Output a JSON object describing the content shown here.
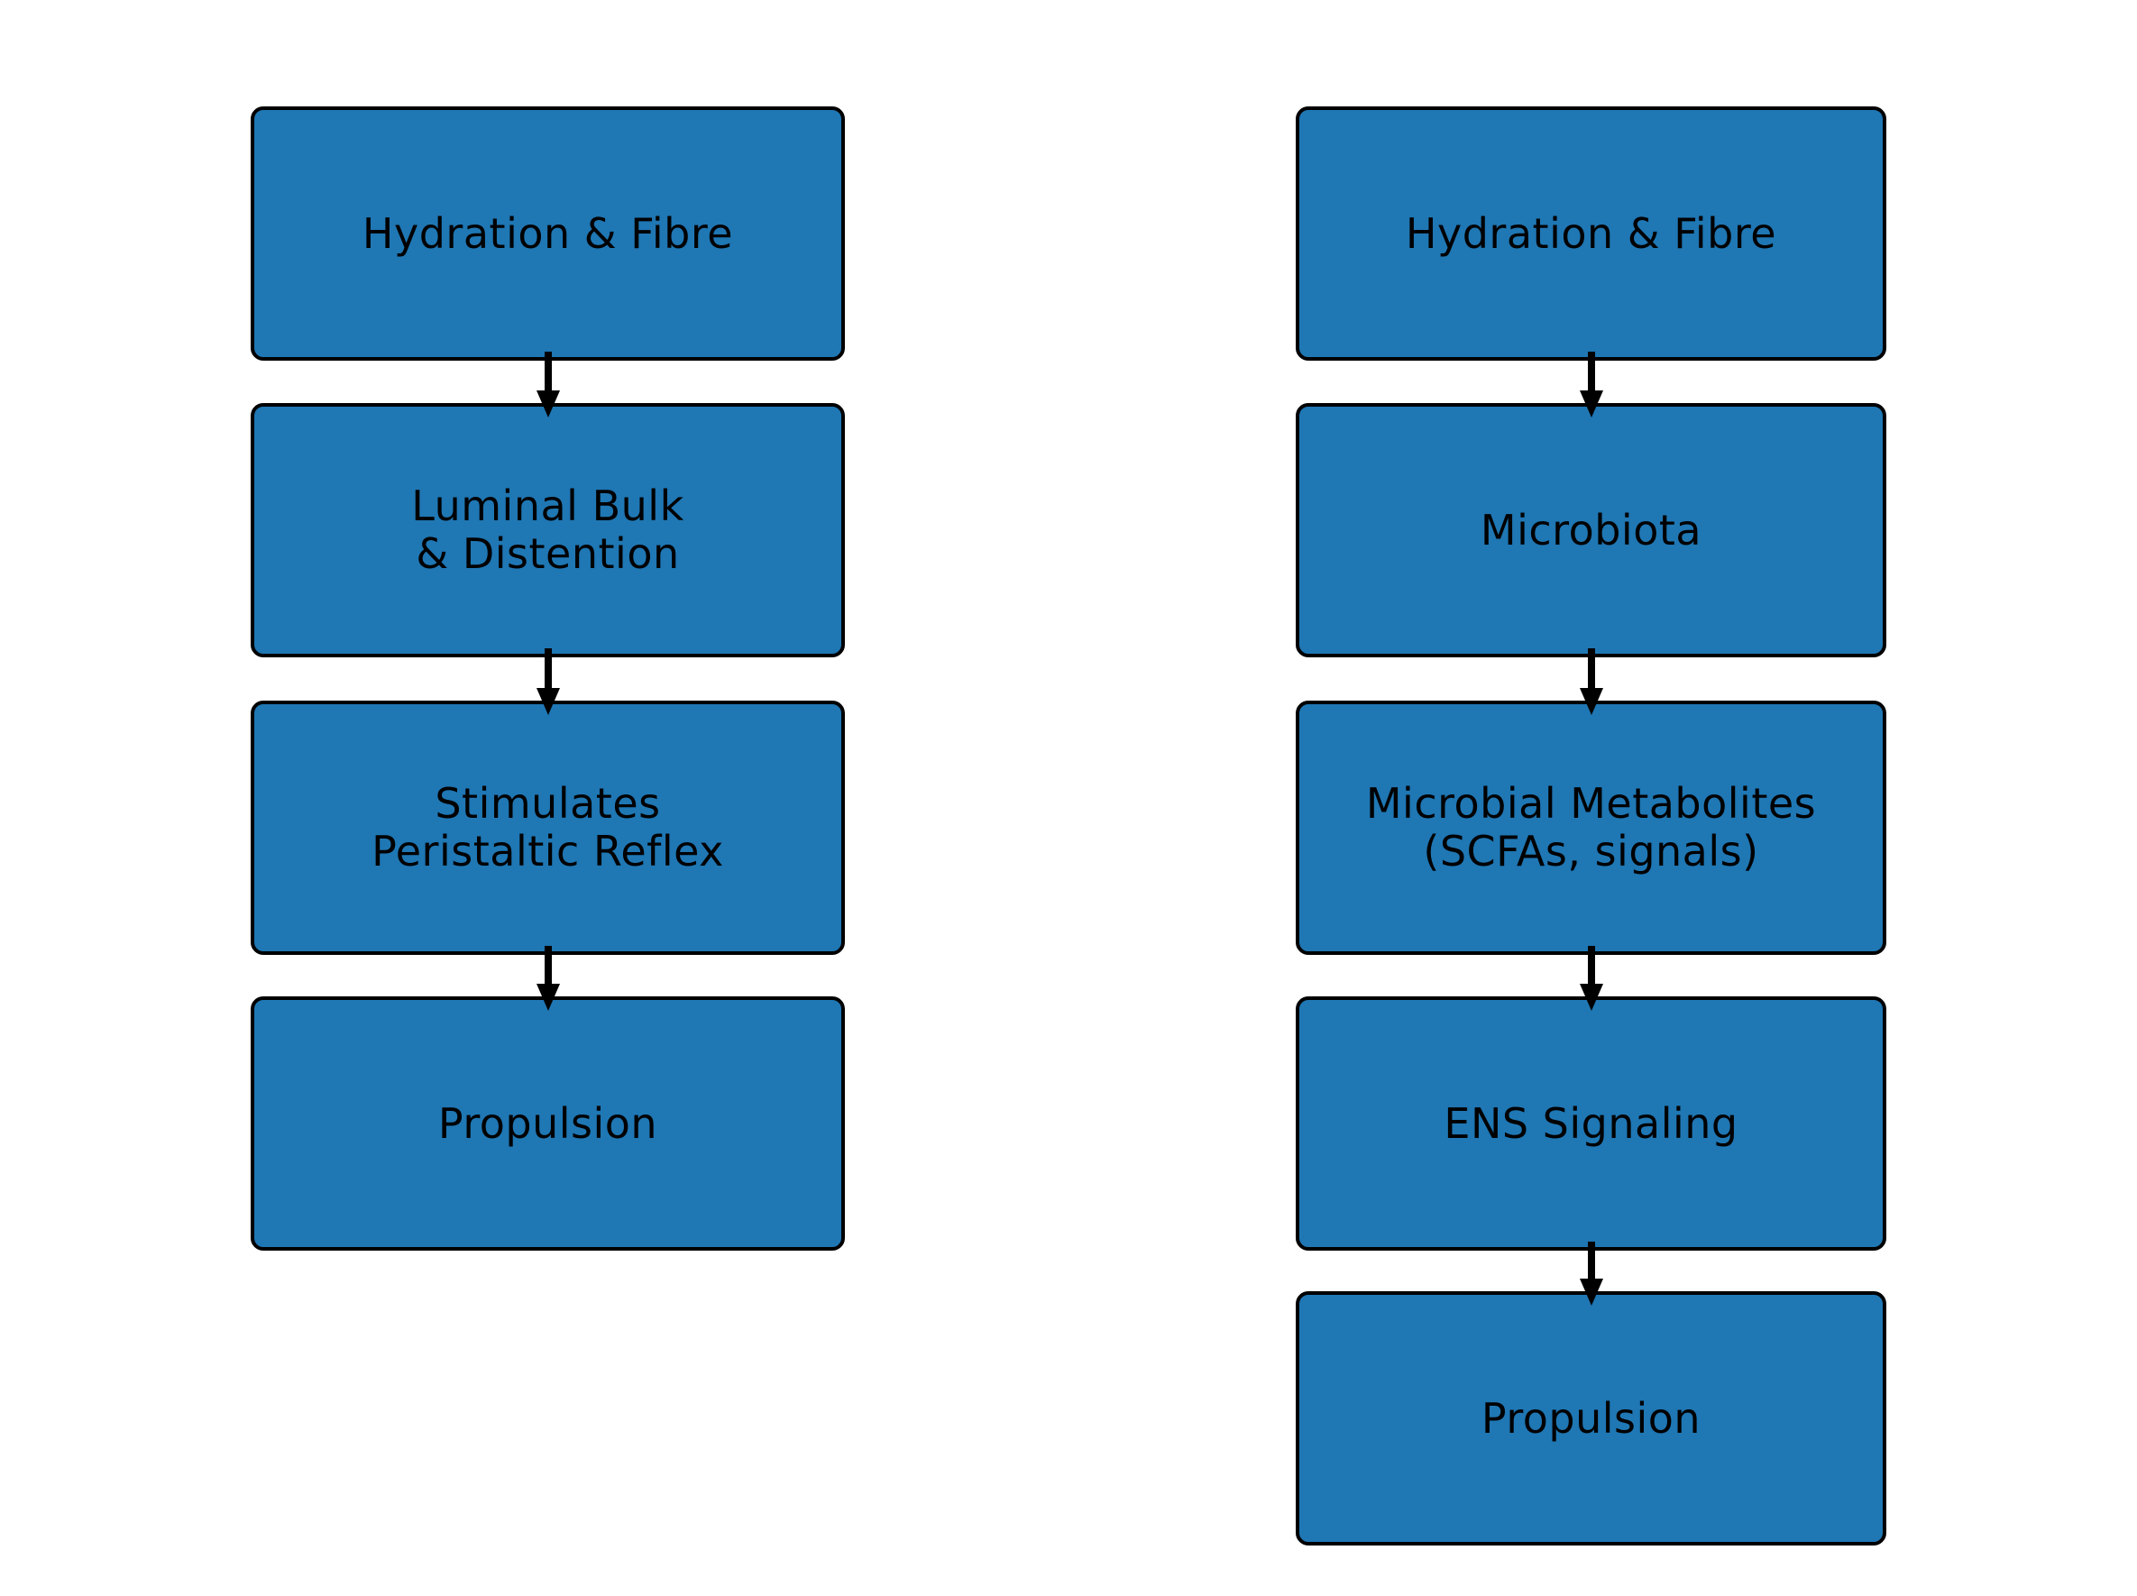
{
  "diagram": {
    "title": "",
    "background": "#ffffff",
    "colors": {
      "box_fill": "#1f77b4",
      "box_border": "#000000",
      "arrow": "#000000",
      "text": "#000000"
    },
    "columns": [
      {
        "name": "left",
        "nodes": [
          {
            "label": "Hydration & Fibre"
          },
          {
            "label": "Luminal Bulk\n& Distention"
          },
          {
            "label": "Stimulates\nPeristaltic Reflex"
          },
          {
            "label": "Propulsion"
          }
        ],
        "edges": [
          {
            "from": 0,
            "to": 1
          },
          {
            "from": 1,
            "to": 2
          },
          {
            "from": 2,
            "to": 3
          }
        ]
      },
      {
        "name": "right",
        "nodes": [
          {
            "label": "Hydration & Fibre"
          },
          {
            "label": "Microbiota"
          },
          {
            "label": "Microbial Metabolites\n(SCFAs, signals)"
          },
          {
            "label": "ENS Signaling"
          },
          {
            "label": "Propulsion"
          }
        ],
        "edges": [
          {
            "from": 0,
            "to": 1
          },
          {
            "from": 1,
            "to": 2
          },
          {
            "from": 2,
            "to": 3
          },
          {
            "from": 3,
            "to": 4
          }
        ]
      }
    ]
  }
}
